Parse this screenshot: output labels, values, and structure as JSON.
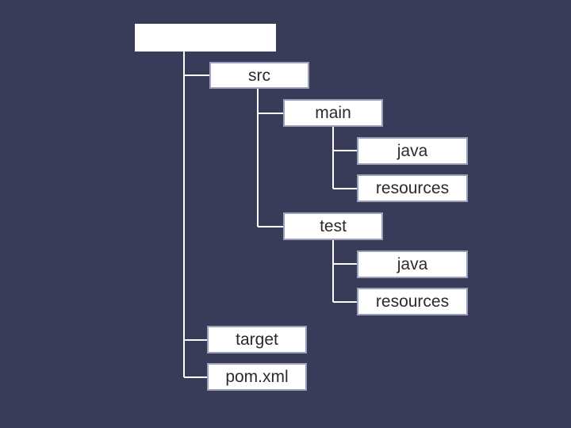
{
  "colors": {
    "background": "#393c58",
    "node_fill": "#ffffff",
    "node_border": "#9aa0ba",
    "connector": "#ffffff",
    "text": "#2b2b2b"
  },
  "tree": {
    "root_label": "",
    "src": "src",
    "main": "main",
    "main_java": "java",
    "main_resources": "resources",
    "test": "test",
    "test_java": "java",
    "test_resources": "resources",
    "target": "target",
    "pom": "pom.xml"
  }
}
